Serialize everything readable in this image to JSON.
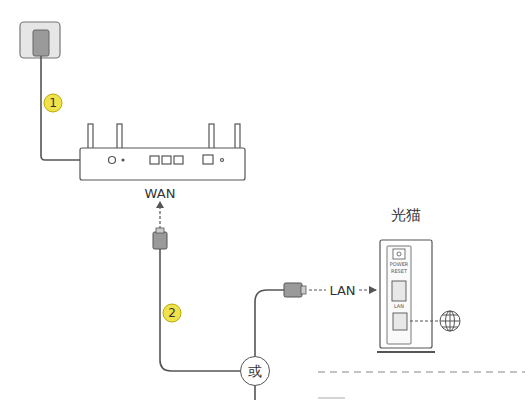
{
  "diagram": {
    "nodes": [
      {
        "text": [
          "光猫"
        ]
      },
      {
        "text": [
          "或"
        ]
      }
    ],
    "edges": [
      {
        "from": 1,
        "to": 0,
        "arrow": "to",
        "label": "LAN"
      }
    ],
    "labels": [
      "1",
      "2",
      "WAN",
      "POWER",
      "RESET",
      "LAN"
    ]
  }
}
